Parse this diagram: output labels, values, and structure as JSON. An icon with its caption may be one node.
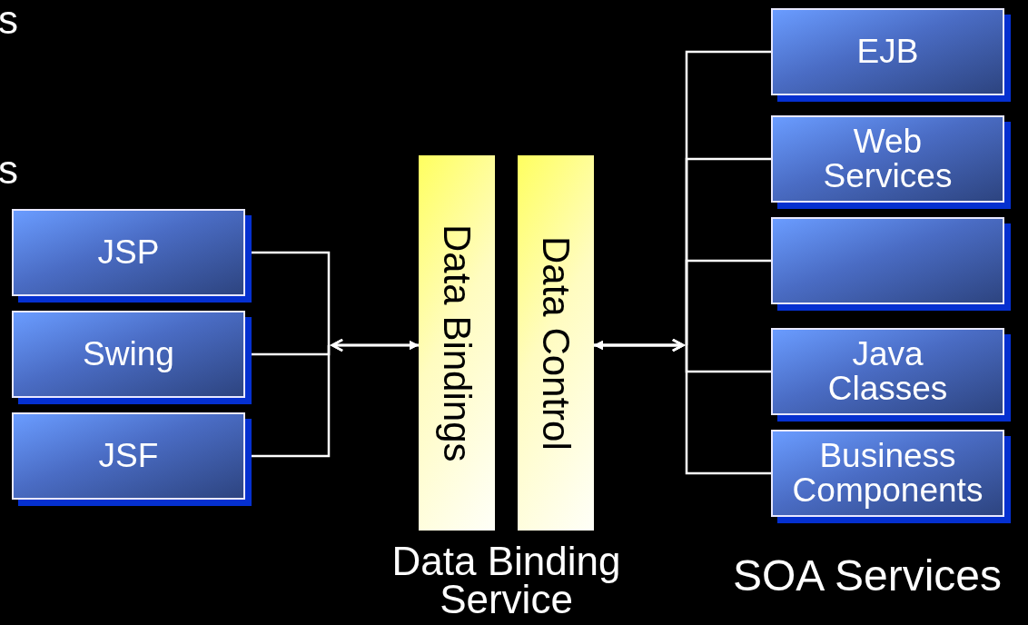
{
  "diagram": {
    "nodes": [
      {
        "text": [
          "JSP"
        ]
      },
      {
        "text": [
          "Swing"
        ]
      },
      {
        "text": [
          "JSF"
        ]
      },
      {
        "text": [
          "Data Bindings"
        ]
      },
      {
        "text": [
          "Data Control"
        ]
      },
      {
        "text": [
          "EJB"
        ]
      },
      {
        "text": [
          "Web Services"
        ]
      },
      {
        "text": [],
        "shape": "box"
      },
      {
        "text": [
          "Java Classes"
        ]
      },
      {
        "text": [
          "Business Components"
        ]
      }
    ],
    "edges": [
      {
        "from": 0,
        "to": 3,
        "arrow": "to"
      },
      {
        "from": 1,
        "to": 3,
        "arrow": "to"
      },
      {
        "from": 2,
        "to": 3,
        "arrow": "to"
      },
      {
        "from": 5,
        "to": 4,
        "arrow": "to"
      },
      {
        "from": 6,
        "to": 4,
        "arrow": "to"
      },
      {
        "from": 7,
        "to": 4,
        "arrow": "to"
      },
      {
        "from": 8,
        "to": 4,
        "arrow": "to"
      },
      {
        "from": 9,
        "to": 4,
        "arrow": "to"
      }
    ],
    "labels": [
      "s",
      "s",
      "Data Binding Service",
      "SOA Services"
    ]
  }
}
